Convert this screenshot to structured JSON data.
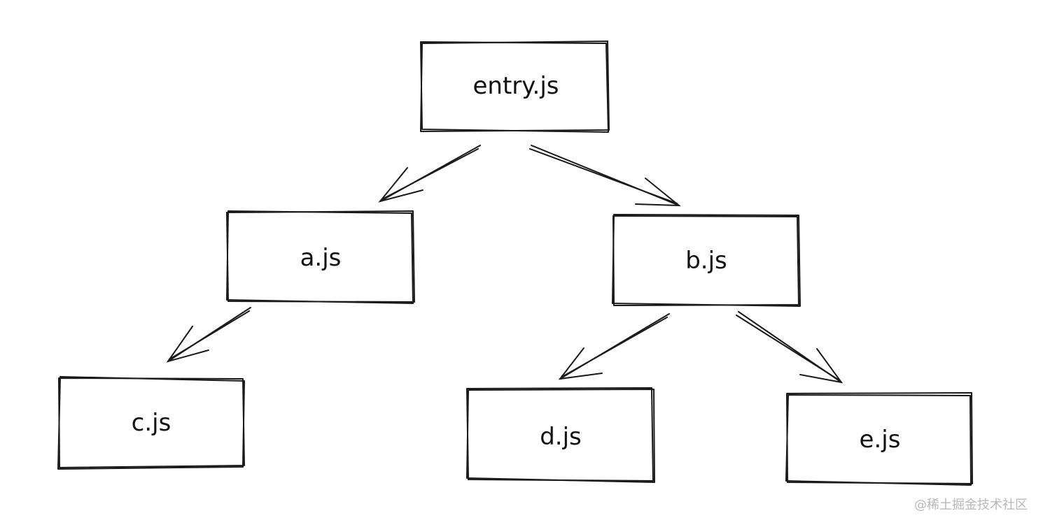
{
  "diagram": {
    "nodes": [
      {
        "id": "entry",
        "label": "entry.js"
      },
      {
        "id": "a",
        "label": "a.js"
      },
      {
        "id": "b",
        "label": "b.js"
      },
      {
        "id": "c",
        "label": "c.js"
      },
      {
        "id": "d",
        "label": "d.js"
      },
      {
        "id": "e",
        "label": "e.js"
      }
    ],
    "edges": [
      {
        "from": "entry",
        "to": "a"
      },
      {
        "from": "entry",
        "to": "b"
      },
      {
        "from": "a",
        "to": "c"
      },
      {
        "from": "b",
        "to": "d"
      },
      {
        "from": "b",
        "to": "e"
      }
    ]
  },
  "watermark": "@稀土掘金技术社区"
}
